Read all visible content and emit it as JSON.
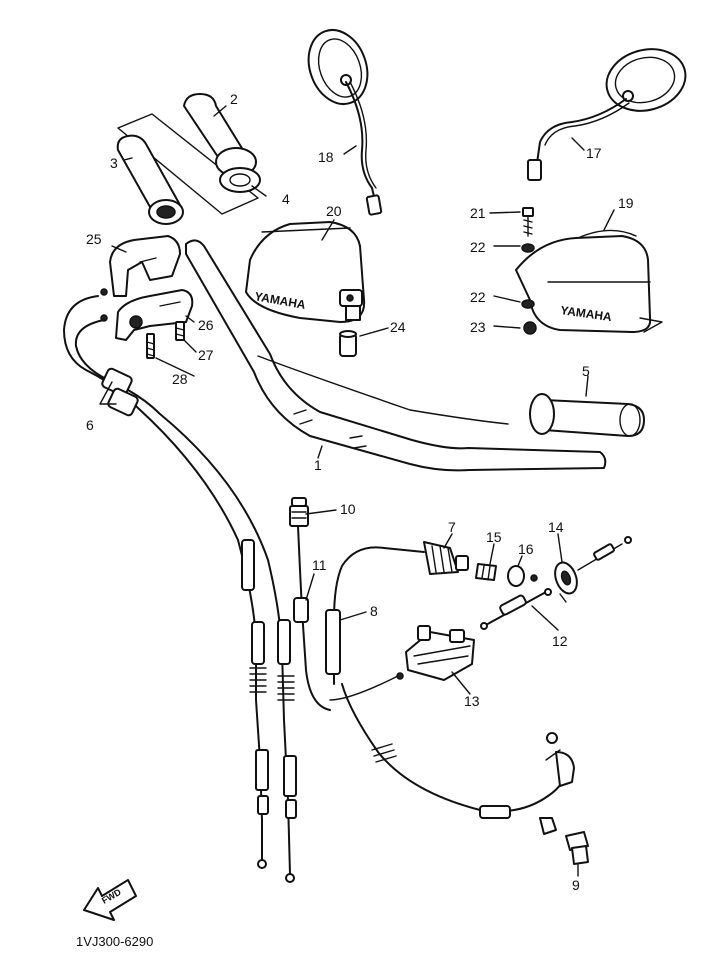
{
  "diagram": {
    "catalog_code": "1VJ300-6290",
    "fwd_label": "FWD",
    "brand_text": "YAMAHA",
    "callouts": [
      {
        "id": "c1",
        "label": "1"
      },
      {
        "id": "c2",
        "label": "2"
      },
      {
        "id": "c3",
        "label": "3"
      },
      {
        "id": "c4",
        "label": "4"
      },
      {
        "id": "c5",
        "label": "5"
      },
      {
        "id": "c6",
        "label": "6"
      },
      {
        "id": "c7",
        "label": "7"
      },
      {
        "id": "c8",
        "label": "8"
      },
      {
        "id": "c9",
        "label": "9"
      },
      {
        "id": "c10",
        "label": "10"
      },
      {
        "id": "c11",
        "label": "11"
      },
      {
        "id": "c12",
        "label": "12"
      },
      {
        "id": "c13",
        "label": "13"
      },
      {
        "id": "c14",
        "label": "14"
      },
      {
        "id": "c15",
        "label": "15"
      },
      {
        "id": "c16",
        "label": "16"
      },
      {
        "id": "c17",
        "label": "17"
      },
      {
        "id": "c18",
        "label": "18"
      },
      {
        "id": "c19",
        "label": "19"
      },
      {
        "id": "c20",
        "label": "20"
      },
      {
        "id": "c21",
        "label": "21"
      },
      {
        "id": "c22a",
        "label": "22"
      },
      {
        "id": "c22b",
        "label": "22"
      },
      {
        "id": "c23",
        "label": "23"
      },
      {
        "id": "c24",
        "label": "24"
      },
      {
        "id": "c25",
        "label": "25"
      },
      {
        "id": "c26",
        "label": "26"
      },
      {
        "id": "c27",
        "label": "27"
      },
      {
        "id": "c28",
        "label": "28"
      }
    ]
  }
}
